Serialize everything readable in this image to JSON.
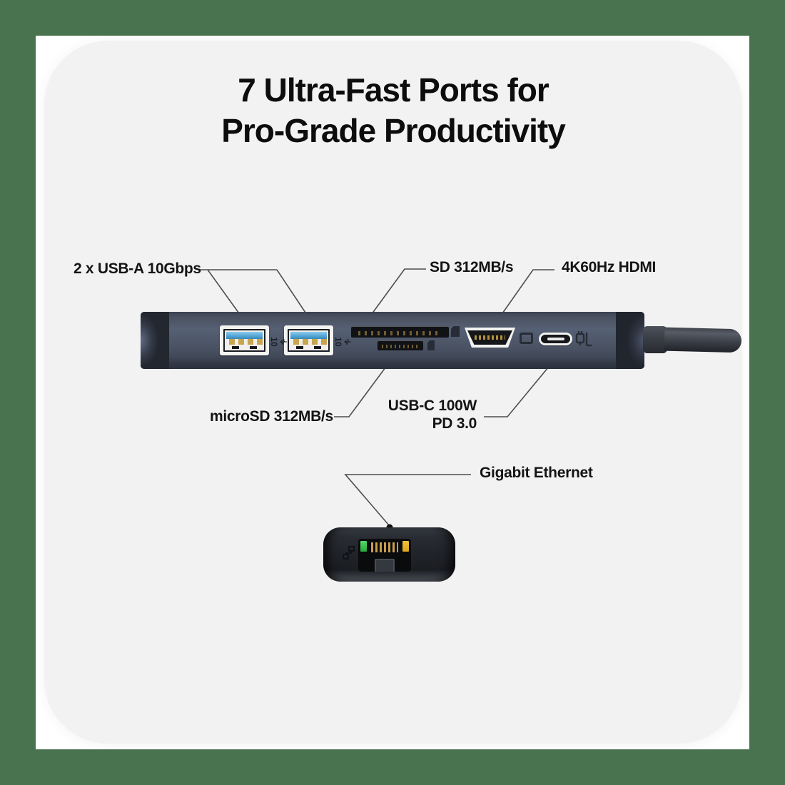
{
  "page": {
    "frame_color": "#49724f",
    "card_color": "#f2f2f3",
    "background": "#ffffff"
  },
  "title": {
    "line1": "7 Ultra-Fast Ports for",
    "line2": "Pro-Grade Productivity"
  },
  "callouts": {
    "usb_a": {
      "label": "2 x USB-A 10Gbps"
    },
    "sd": {
      "label": "SD 312MB/s"
    },
    "hdmi": {
      "label": "4K60Hz HDMI"
    },
    "microsd": {
      "label": "microSD 312MB/s"
    },
    "usb_c": {
      "label_line1": "USB-C 100W",
      "label_line2": "PD 3.0"
    },
    "ethernet": {
      "label": "Gigabit Ethernet"
    }
  },
  "hub": {
    "usb_speed_mark": "10",
    "colors": {
      "body": "#4d5667",
      "usb_tongue_blue": "#56a8d8",
      "contact_gold": "#c9a44e",
      "led_green": "#35c24e",
      "led_amber": "#e4ac24",
      "cable": "#3a3e46"
    }
  },
  "icons": {
    "usb_trident": "usb-trident-icon",
    "sd_card": "sd-card-icon",
    "microsd_card": "microsd-card-icon",
    "monitor": "monitor-icon",
    "laptop_charging": "laptop-charging-icon",
    "ethernet_network": "ethernet-network-icon"
  }
}
